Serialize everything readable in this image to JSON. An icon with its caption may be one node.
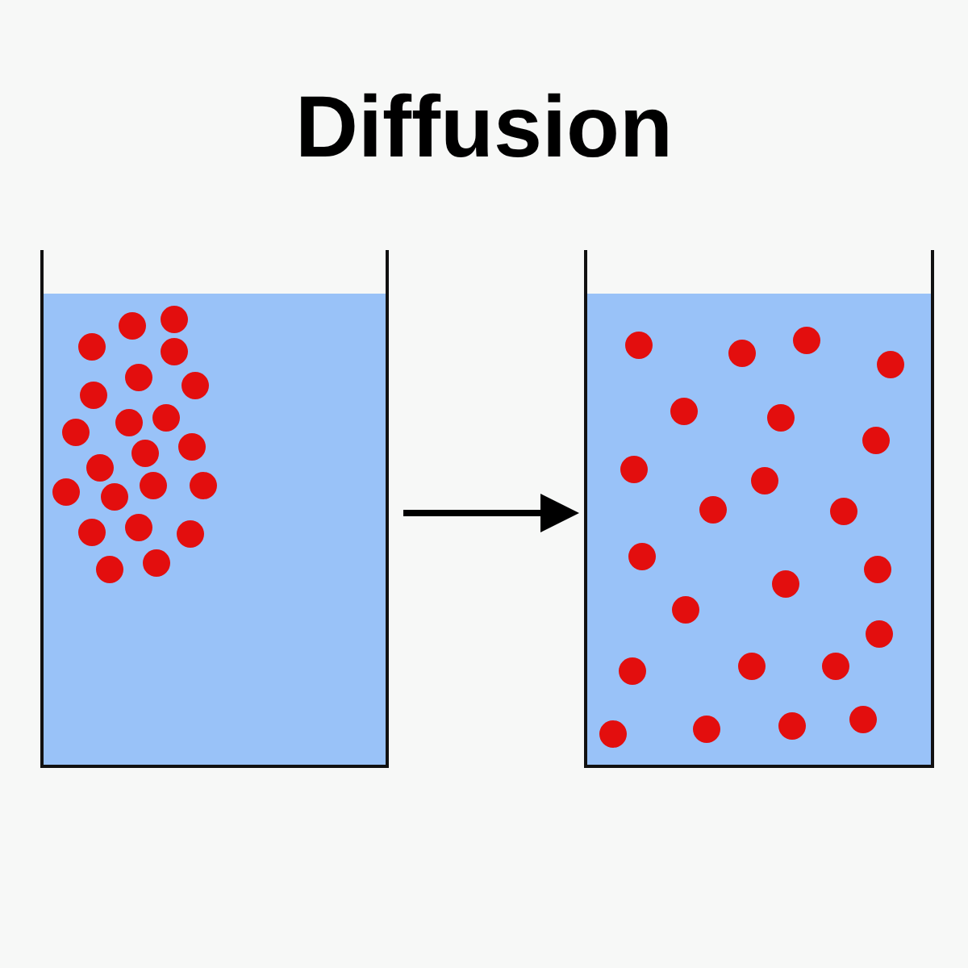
{
  "diagram": {
    "title": "Diffusion",
    "nodes": [
      {
        "text": [],
        "shape": "picture"
      },
      {
        "text": [],
        "shape": "picture"
      }
    ],
    "edges": [
      {
        "from": 0,
        "to": 1,
        "arrow": "to"
      }
    ]
  }
}
